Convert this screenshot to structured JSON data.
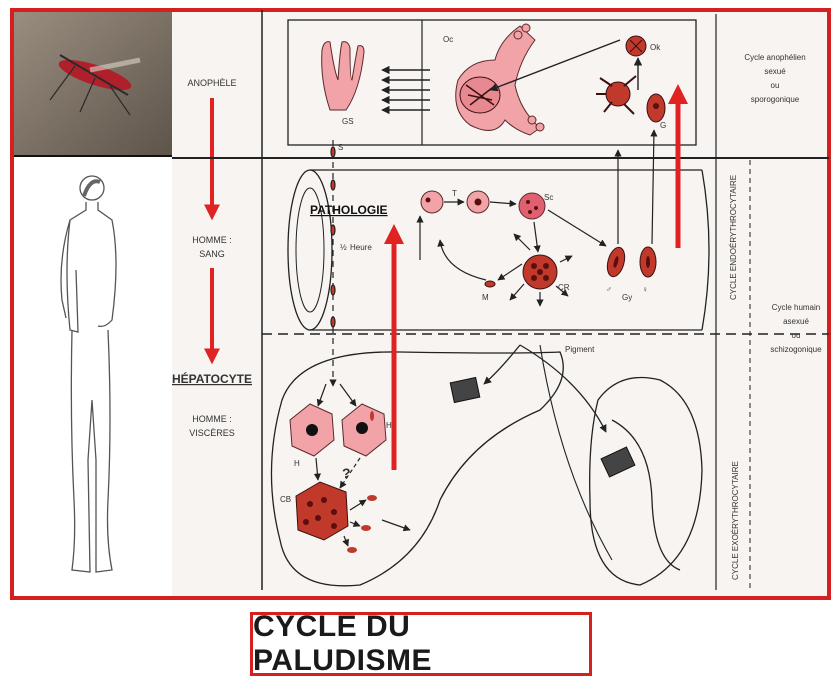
{
  "title": "CYCLE DU PALUDISME",
  "stages": {
    "anophele": "ANOPHÈLE",
    "homme_sang_1": "HOMME :",
    "homme_sang_2": "SANG",
    "hepatocyte": "HÉPATOCYTE",
    "homme_visceres_1": "HOMME :",
    "homme_visceres_2": "VISCÈRES"
  },
  "side_labels": {
    "cycle_anophelien": [
      "Cycle anophélien",
      "sexué",
      "ou",
      "sporogonique"
    ],
    "cycle_humain": [
      "Cycle humain",
      "asexué",
      "ou",
      "schizogonique"
    ],
    "cycle_endo": "CYCLE ENDOÉRYTHROCYTAIRE",
    "cycle_exo": "CYCLE EXOÉRYTHROCYTAIRE"
  },
  "annotations": {
    "pathologie": "PATHOLOGIE",
    "gs": "GS",
    "oc": "Oc",
    "ok": "Ok",
    "s": "S",
    "t": "T",
    "sc": "Sc",
    "cr": "CR",
    "m": "M",
    "gy": "Gy",
    "pigment": "Pigment",
    "h": "H",
    "hi": "Hi",
    "cb": "CB",
    "half": "½",
    "heure": "Heure",
    "question": "?",
    "male": "♂",
    "female": "♀",
    "g": "G"
  },
  "colors": {
    "frame_red": "#d62020",
    "arrow_red": "#e02222",
    "cell_pink": "#f2a3a8",
    "cell_dark": "#c0392b",
    "nucleus": "#5a0f0f",
    "ink": "#222222"
  }
}
